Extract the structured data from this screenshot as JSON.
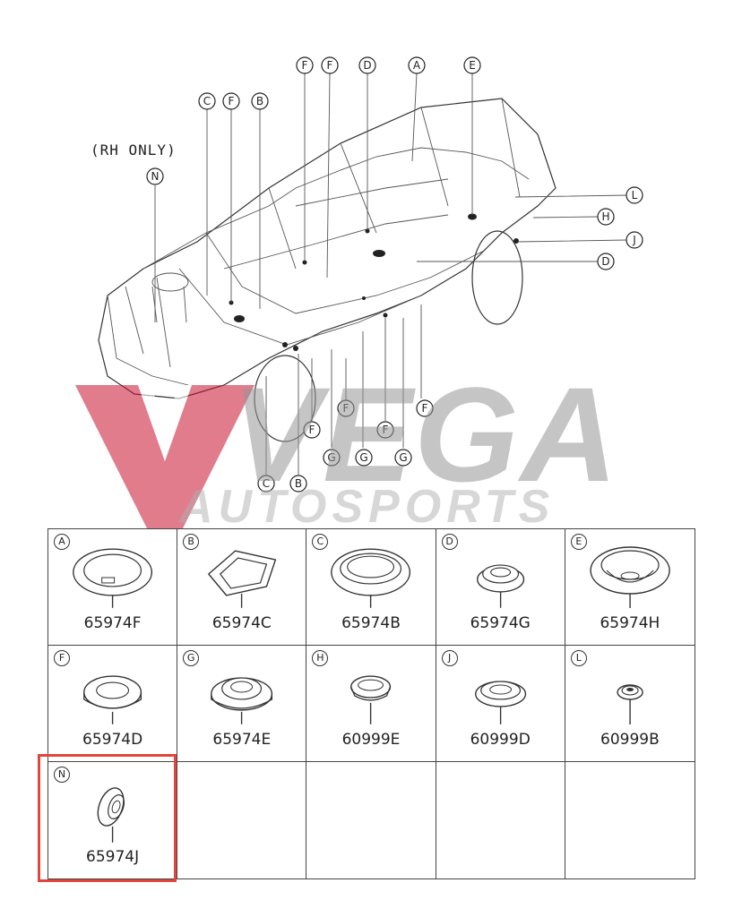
{
  "diagram": {
    "note": "(RH ONLY)",
    "top_callouts": [
      "C",
      "F",
      "B",
      "F",
      "F",
      "D",
      "A",
      "E"
    ],
    "right_callouts": [
      "L",
      "H",
      "J",
      "D"
    ],
    "bottom_callouts": [
      "F",
      "F",
      "F",
      "F",
      "G",
      "G",
      "G",
      "C",
      "B"
    ],
    "left_callout": "N"
  },
  "watermark": {
    "brand": "VEGA",
    "sub": "AUTOSPORTS"
  },
  "parts": [
    {
      "letter": "A",
      "code": "65974F",
      "icon": "grommet-large-flat-icon"
    },
    {
      "letter": "B",
      "code": "65974C",
      "icon": "grommet-square-icon"
    },
    {
      "letter": "C",
      "code": "65974B",
      "icon": "grommet-large-deep-icon"
    },
    {
      "letter": "D",
      "code": "65974G",
      "icon": "grommet-small-icon"
    },
    {
      "letter": "E",
      "code": "65974H",
      "icon": "grommet-large-cup-icon"
    },
    {
      "letter": "F",
      "code": "65974D",
      "icon": "grommet-medium-icon"
    },
    {
      "letter": "G",
      "code": "65974E",
      "icon": "grommet-medium-dome-icon"
    },
    {
      "letter": "H",
      "code": "60999E",
      "icon": "plug-small-icon"
    },
    {
      "letter": "J",
      "code": "60999D",
      "icon": "grommet-medium-ring-icon"
    },
    {
      "letter": "L",
      "code": "60999B",
      "icon": "plug-tiny-icon"
    },
    {
      "letter": "N",
      "code": "65974J",
      "icon": "grommet-angled-icon"
    }
  ],
  "colors": {
    "highlight": "#e0463e",
    "watermark_red": "#c8102e"
  }
}
